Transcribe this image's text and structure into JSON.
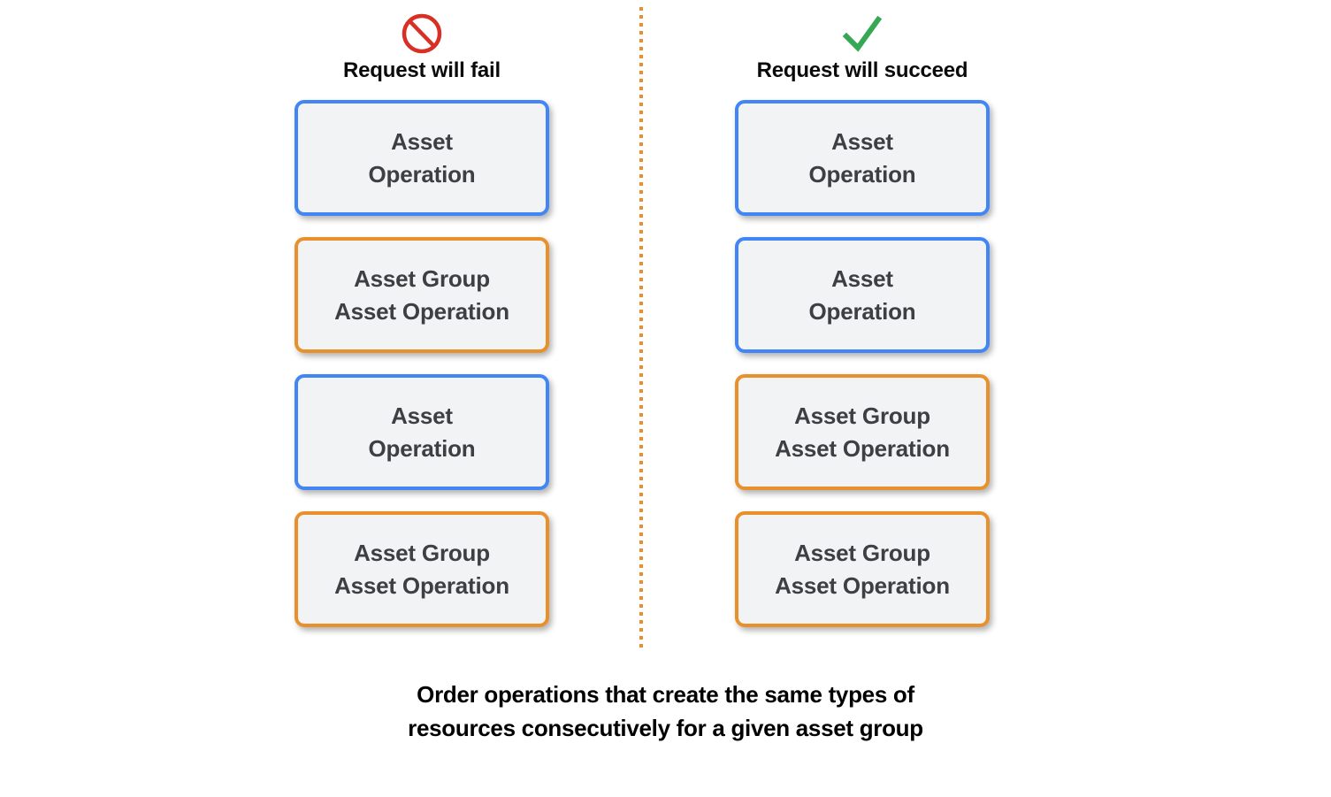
{
  "colors": {
    "blue_border": "#4285f4",
    "orange_border": "#e8912c",
    "box_fill": "#f1f3f4",
    "box_text": "#3c4043",
    "fail_icon": "#d93025",
    "succeed_icon": "#34a853",
    "divider": "#e8912c",
    "background": "#ffffff",
    "caption_text": "#000000"
  },
  "columns": [
    {
      "id": "fail",
      "icon": "prohibition-icon",
      "title": "Request will fail",
      "boxes": [
        {
          "label": "Asset\nOperation",
          "type": "asset-operation",
          "border": "blue"
        },
        {
          "label": "Asset Group\nAsset Operation",
          "type": "asset-group-asset-operation",
          "border": "orange"
        },
        {
          "label": "Asset\nOperation",
          "type": "asset-operation",
          "border": "blue"
        },
        {
          "label": "Asset Group\nAsset Operation",
          "type": "asset-group-asset-operation",
          "border": "orange"
        }
      ]
    },
    {
      "id": "succeed",
      "icon": "checkmark-icon",
      "title": "Request will succeed",
      "boxes": [
        {
          "label": "Asset\nOperation",
          "type": "asset-operation",
          "border": "blue"
        },
        {
          "label": "Asset\nOperation",
          "type": "asset-operation",
          "border": "blue"
        },
        {
          "label": "Asset Group\nAsset Operation",
          "type": "asset-group-asset-operation",
          "border": "orange"
        },
        {
          "label": "Asset Group\nAsset Operation",
          "type": "asset-group-asset-operation",
          "border": "orange"
        }
      ]
    }
  ],
  "caption": "Order operations that create the same types of\nresources consecutively for a given asset group"
}
